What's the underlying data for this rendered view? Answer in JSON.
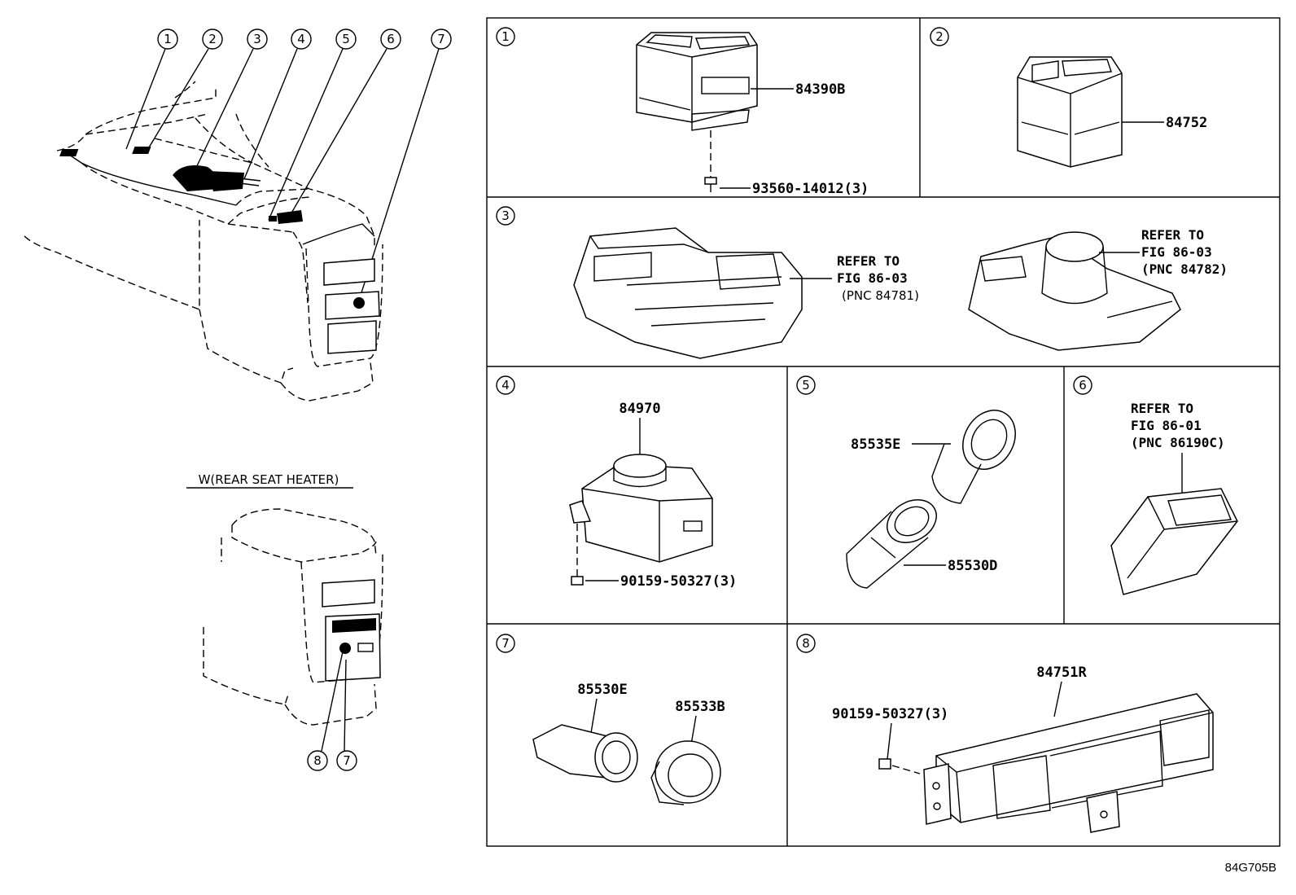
{
  "diagram_code": "84G705B",
  "heater_variant_label": "W(REAR SEAT HEATER)",
  "overview_callouts": [
    "1",
    "2",
    "3",
    "4",
    "5",
    "6",
    "7"
  ],
  "heater_callouts": [
    "8",
    "7"
  ],
  "panels": [
    {
      "id": "1",
      "parts": [
        "84390B",
        "93560-14012(3)"
      ]
    },
    {
      "id": "2",
      "parts": [
        "84752"
      ]
    },
    {
      "id": "3",
      "refs": [
        {
          "line1": "REFER TO",
          "line2": "FIG 86-03",
          "line3": "(PNC 84781)"
        },
        {
          "line1": "REFER TO",
          "line2": "FIG 86-03",
          "line3": "(PNC 84782)"
        }
      ]
    },
    {
      "id": "4",
      "parts": [
        "84970",
        "90159-50327(3)"
      ]
    },
    {
      "id": "5",
      "parts": [
        "85535E",
        "85530D"
      ]
    },
    {
      "id": "6",
      "refs": [
        {
          "line1": "REFER TO",
          "line2": "FIG 86-01",
          "line3": "(PNC 86190C)"
        }
      ]
    },
    {
      "id": "7",
      "parts": [
        "85530E",
        "85533B"
      ]
    },
    {
      "id": "8",
      "parts": [
        "84751R",
        "90159-50327(3)"
      ]
    }
  ]
}
